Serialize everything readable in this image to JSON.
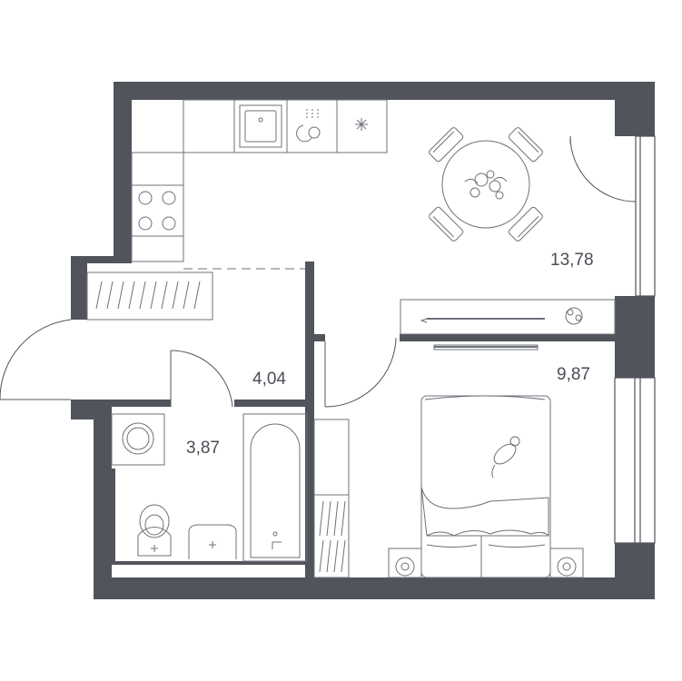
{
  "plan": {
    "wall_color": "#52545c",
    "background_color": "#ffffff",
    "rooms": [
      {
        "id": "kitchen-living",
        "area": "13,78"
      },
      {
        "id": "bedroom",
        "area": "9,87"
      },
      {
        "id": "hallway",
        "area": "4,04"
      },
      {
        "id": "bathroom",
        "area": "3,87"
      }
    ]
  }
}
